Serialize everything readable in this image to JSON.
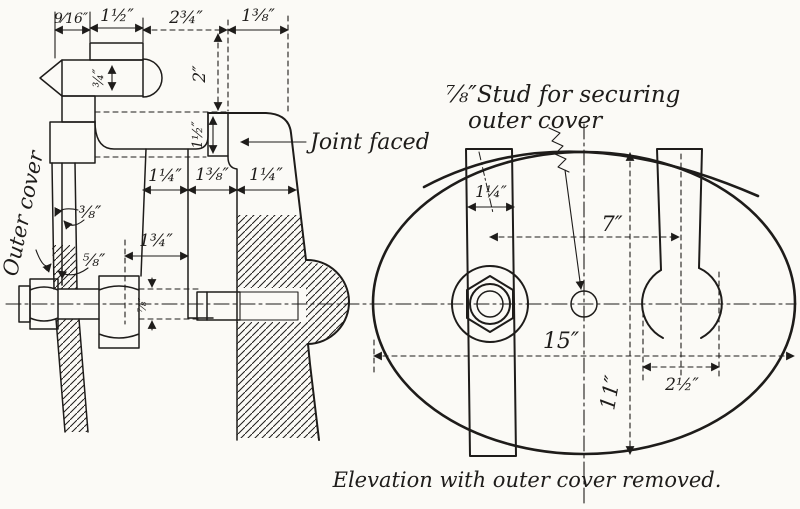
{
  "figure": {
    "ink_color": "#1e1c1a",
    "paper_color": "#fbfaf6"
  },
  "section_view": {
    "labels": {
      "outer_cover": "Outer cover",
      "joint_faced": "Joint faced"
    },
    "dims": {
      "stud_to_edge": "9⁄16″",
      "top_a": "1½″",
      "top_b": "2¾″",
      "top_c": "1⅜″",
      "stud_depth": "¾″",
      "recess_depth": "2″",
      "spigot_depth": "1½″",
      "rib_a": "1¼″",
      "rib_b": "1⅜″",
      "rib_c": "1¼″",
      "boss_width": "1¾″",
      "cover_plate": "⅜″",
      "flange_plate": "⅝″",
      "bolt_dia": "⅞″"
    }
  },
  "elevation_view": {
    "note_line1": "⅞″Stud for securing",
    "note_line2": "outer cover",
    "caption": "Elevation with outer cover removed.",
    "dims": {
      "strap_width": "1¼″",
      "half_span": "7″",
      "opening_width": "15″",
      "opening_height": "11″",
      "slot_offset": "2½″"
    }
  }
}
